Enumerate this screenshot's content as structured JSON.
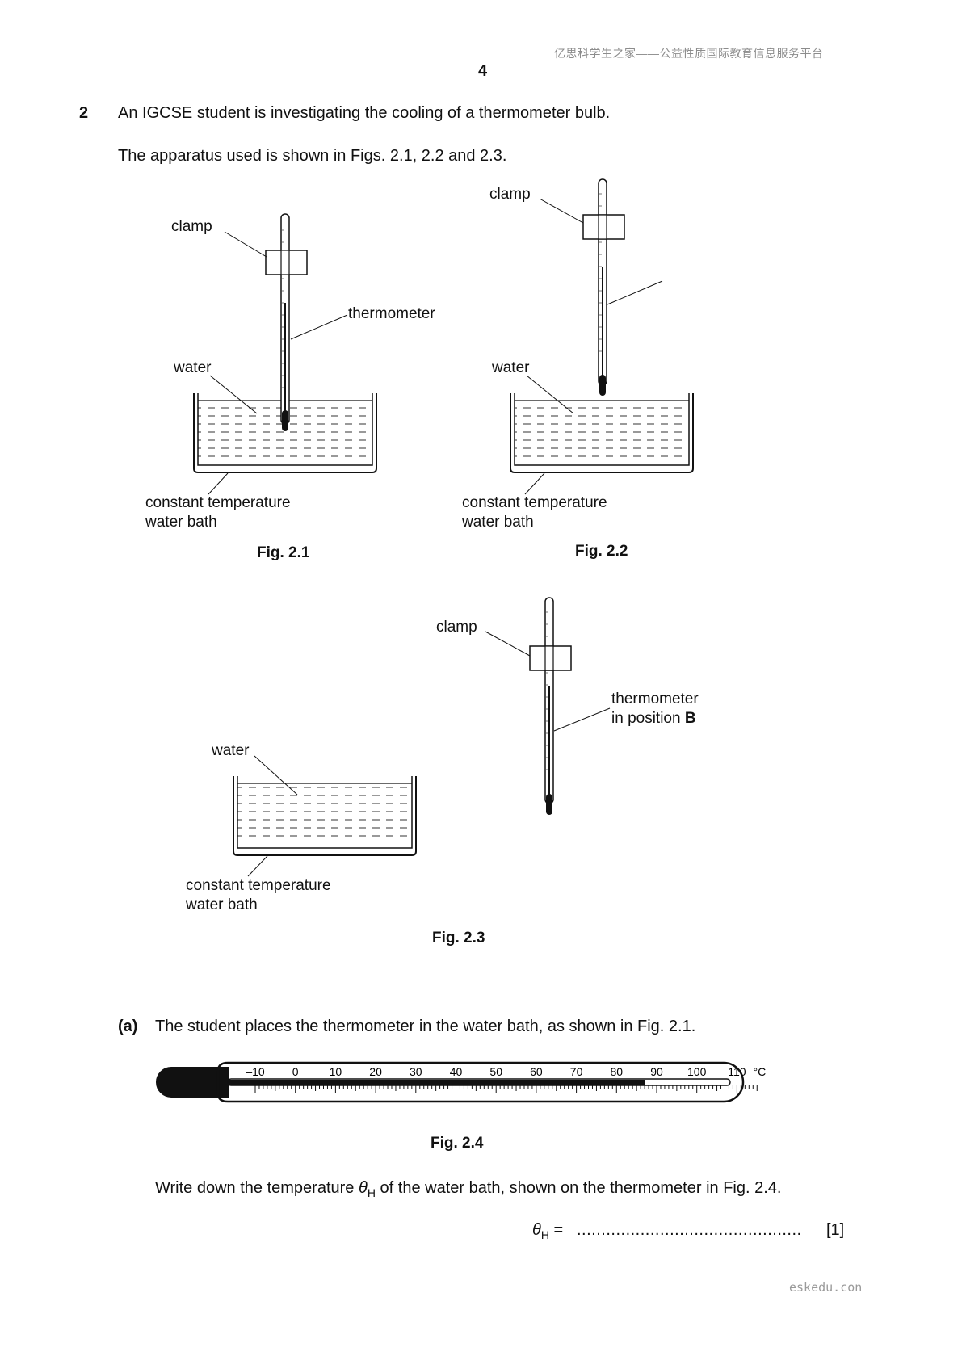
{
  "header": {
    "watermark": "亿思科学生之家——公益性质国际教育信息服务平台",
    "page_number": "4"
  },
  "question": {
    "number": "2",
    "intro": "An IGCSE student is investigating the cooling of a thermometer bulb.",
    "apparatus": "The apparatus used is shown in Figs. 2.1, 2.2 and 2.3."
  },
  "labels": {
    "clamp": "clamp",
    "thermometer": "thermometer",
    "water": "water",
    "bath_line1": "constant temperature",
    "bath_line2": "water bath",
    "position_line1": "thermometer",
    "position_line2_prefix": "in position ",
    "position_letter": "B"
  },
  "figures": {
    "fig1": "Fig. 2.1",
    "fig2": "Fig. 2.2",
    "fig3": "Fig. 2.3",
    "fig4": "Fig. 2.4"
  },
  "part_a": {
    "label": "(a)",
    "text": "The student places the thermometer in the water bath, as shown in Fig. 2.1.",
    "instruction_pre": "Write down the temperature ",
    "theta": "θ",
    "sub_h": "H",
    "instruction_post": " of the water bath, shown on the thermometer in Fig. 2.4.",
    "answer_eq": " = ",
    "answer_dots": "..............................................",
    "marks": "[1]"
  },
  "thermometer_scale": {
    "ticks": [
      "–10",
      "0",
      "10",
      "20",
      "30",
      "40",
      "50",
      "60",
      "70",
      "80",
      "90",
      "100",
      "110"
    ],
    "unit": "°C",
    "reading": 87
  },
  "footer": {
    "site": "eskedu.con"
  }
}
